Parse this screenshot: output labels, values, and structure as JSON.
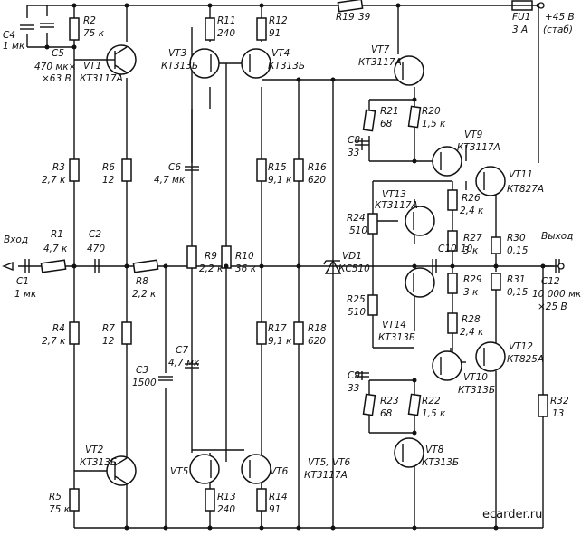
{
  "components": {
    "C4": {
      "ref": "C4",
      "val": "1 мк"
    },
    "C5": {
      "ref": "C5",
      "val": "470 мк×",
      "val2": "×63 В"
    },
    "R2": {
      "ref": "R2",
      "val": "75 к"
    },
    "VT1": {
      "ref": "VT1",
      "type": "КТ3117А"
    },
    "R11": {
      "ref": "R11",
      "val": "240"
    },
    "R12": {
      "ref": "R12",
      "val": "91"
    },
    "VT3": {
      "ref": "VT3",
      "type": "КТ313Б"
    },
    "VT4": {
      "ref": "VT4",
      "type": "КТ313Б"
    },
    "R19": {
      "ref": "R19",
      "val": "39"
    },
    "FU1": {
      "ref": "FU1",
      "val": "3 А"
    },
    "supply": {
      "label": "+45 В",
      "note": "(стаб)"
    },
    "VT7": {
      "ref": "VT7",
      "type": "КТ3117А"
    },
    "R21": {
      "ref": "R21",
      "val": "68"
    },
    "R20": {
      "ref": "R20",
      "val": "1,5 к"
    },
    "C8": {
      "ref": "C8",
      "val": "33"
    },
    "VT9": {
      "ref": "VT9",
      "type": "КТ3117А"
    },
    "VT11": {
      "ref": "VT11",
      "type": "КТ827А"
    },
    "R3": {
      "ref": "R3",
      "val": "2,7 к"
    },
    "R6": {
      "ref": "R6",
      "val": "12"
    },
    "C6": {
      "ref": "C6",
      "val": "4,7 мк"
    },
    "R15": {
      "ref": "R15",
      "val": "9,1 к"
    },
    "R16": {
      "ref": "R16",
      "val": "620"
    },
    "VT13": {
      "ref": "VT13",
      "type": "КТ3117А"
    },
    "R26": {
      "ref": "R26",
      "val": "2,4 к"
    },
    "R24": {
      "ref": "R24",
      "val": "510"
    },
    "R27": {
      "ref": "R27",
      "val": "3 к"
    },
    "R30": {
      "ref": "R30",
      "val": "0,15"
    },
    "input": {
      "label": "Вход"
    },
    "output": {
      "label": "Выход"
    },
    "R1": {
      "ref": "R1",
      "val": "4,7 к"
    },
    "C2": {
      "ref": "C2",
      "val": "470"
    },
    "C1": {
      "ref": "C1",
      "val": "1 мк"
    },
    "R8": {
      "ref": "R8",
      "val": "2,2 к"
    },
    "R9": {
      "ref": "R9",
      "val": "2,2 к"
    },
    "R10": {
      "ref": "R10",
      "val": "36 к"
    },
    "VD1": {
      "ref": "VD1",
      "type": "КС510"
    },
    "C10": {
      "ref": "C10",
      "val": "10"
    },
    "C12": {
      "ref": "C12",
      "val": "10 000 мк",
      "val2": "×25 В"
    },
    "R29": {
      "ref": "R29",
      "val": "3 к"
    },
    "R31": {
      "ref": "R31",
      "val": "0,15"
    },
    "R25": {
      "ref": "R25",
      "val": "510"
    },
    "VT14": {
      "ref": "VT14",
      "type": "КТ313Б"
    },
    "R28": {
      "ref": "R28",
      "val": "2,4 к"
    },
    "R4": {
      "ref": "R4",
      "val": "2,7 к"
    },
    "R7": {
      "ref": "R7",
      "val": "12"
    },
    "C3": {
      "ref": "C3",
      "val": "1500"
    },
    "C7": {
      "ref": "C7",
      "val": "4,7 мк"
    },
    "R17": {
      "ref": "R17",
      "val": "9,1 к"
    },
    "R18": {
      "ref": "R18",
      "val": "620"
    },
    "VT12": {
      "ref": "VT12",
      "type": "КТ825А"
    },
    "VT10": {
      "ref": "VT10",
      "type": "КТ313Б"
    },
    "C9": {
      "ref": "C9",
      "val": "33"
    },
    "R23": {
      "ref": "R23",
      "val": "68"
    },
    "R22": {
      "ref": "R22",
      "val": "1,5 к"
    },
    "R32": {
      "ref": "R32",
      "val": "13"
    },
    "VT2": {
      "ref": "VT2",
      "type": "КТ313Б"
    },
    "R5": {
      "ref": "R5",
      "val": "75 к"
    },
    "VT5": {
      "ref": "VT5"
    },
    "VT6": {
      "ref": "VT6"
    },
    "R13": {
      "ref": "R13",
      "val": "240"
    },
    "R14": {
      "ref": "R14",
      "val": "91"
    },
    "VT8": {
      "ref": "VT8",
      "type": "КТ313Б"
    },
    "VT5VT6": {
      "ref": "VT5, VT6",
      "type": "КТ3117А"
    }
  },
  "watermark": "ecarder.ru"
}
